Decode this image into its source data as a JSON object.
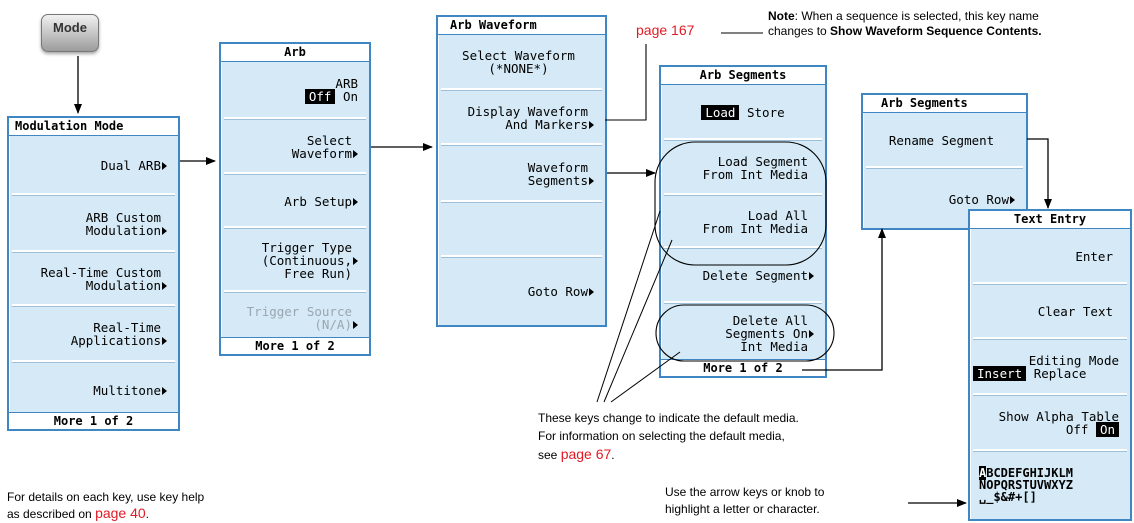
{
  "mode_button": {
    "label": "Mode"
  },
  "modulation_mode": {
    "title": "Modulation Mode",
    "keys": [
      {
        "lines": [
          "Dual ARB"
        ],
        "submenu": true
      },
      {
        "lines": [
          "ARB Custom",
          "Modulation"
        ],
        "submenu": true
      },
      {
        "lines": [
          "Real-Time Custom",
          "Modulation"
        ],
        "submenu": true
      },
      {
        "lines": [
          "Real-Time",
          "Applications"
        ],
        "submenu": true
      },
      {
        "lines": [
          "Multitone"
        ],
        "submenu": true
      }
    ],
    "more": "More 1 of 2"
  },
  "arb": {
    "title": "Arb",
    "arb_toggle": {
      "label": "ARB",
      "off": "Off",
      "on": "On"
    },
    "keys": [
      {
        "lines": [
          "Select",
          "Waveform"
        ],
        "submenu": true
      },
      {
        "lines": [
          "Arb Setup"
        ],
        "submenu": true
      },
      {
        "lines": [
          "Trigger Type",
          "(Continuous,",
          "Free Run)"
        ],
        "submenu": true
      },
      {
        "lines": [
          "Trigger Source",
          "(N/A)"
        ],
        "submenu": true,
        "dim": true
      }
    ],
    "more": "More 1 of 2"
  },
  "arb_waveform": {
    "title": "Arb Waveform",
    "keys": [
      {
        "lines": [
          "Select Waveform",
          "(*NONE*)"
        ],
        "submenu": false
      },
      {
        "lines": [
          "Display Waveform",
          "And Markers"
        ],
        "submenu": true
      },
      {
        "lines": [
          "Waveform",
          "Segments"
        ],
        "submenu": true
      },
      {
        "lines": [
          ""
        ],
        "submenu": false
      },
      {
        "lines": [
          "Goto Row"
        ],
        "submenu": true
      }
    ]
  },
  "arb_segments": {
    "title": "Arb Segments",
    "load_store": {
      "load": "Load",
      "store": "Store"
    },
    "keys": [
      {
        "lines": [
          "Load Segment",
          "From Int Media"
        ],
        "submenu": false
      },
      {
        "lines": [
          "Load All",
          "From Int Media"
        ],
        "submenu": false
      },
      {
        "lines": [
          "Delete Segment"
        ],
        "submenu": true
      },
      {
        "lines": [
          "Delete All",
          "Segments On",
          "Int Media"
        ],
        "submenu": true
      }
    ],
    "more": "More 1 of 2"
  },
  "arb_segments_2": {
    "title": "Arb Segments",
    "keys": [
      {
        "lines": [
          "Rename Segment"
        ],
        "submenu": false
      },
      {
        "lines": [
          "Goto Row"
        ],
        "submenu": true
      }
    ]
  },
  "text_entry": {
    "title": "Text Entry",
    "keys": [
      {
        "lines": [
          "Enter"
        ]
      },
      {
        "lines": [
          "Clear Text"
        ]
      }
    ],
    "editing_mode": {
      "label": "Editing Mode",
      "insert": "Insert",
      "replace": "Replace"
    },
    "alpha_table": {
      "label": "Show Alpha Table",
      "off": "Off",
      "on": "On"
    },
    "alphabet": [
      "ABCDEFGHIJKLM",
      "NOPQRSTUVWXYZ",
      "␣_$&#+[]"
    ]
  },
  "annotations": {
    "page167": "page 167",
    "note_bold": "Note",
    "note_text_1": ": When a sequence is selected, this key name",
    "note_text_2": "changes to ",
    "note_bold_2": "Show Waveform Sequence Contents.",
    "media_1": "These keys change to indicate the default media.",
    "media_2": "For information on selecting the default media,",
    "media_3_pre": "see ",
    "media_3_link": "page 67",
    "media_3_post": ".",
    "details_1": "For details on each key, use key help",
    "details_2_pre": "as described on ",
    "details_2_link": "page 40",
    "details_2_post": ".",
    "arrow_1": "Use the arrow keys or knob to",
    "arrow_2": "highlight a letter or character."
  }
}
